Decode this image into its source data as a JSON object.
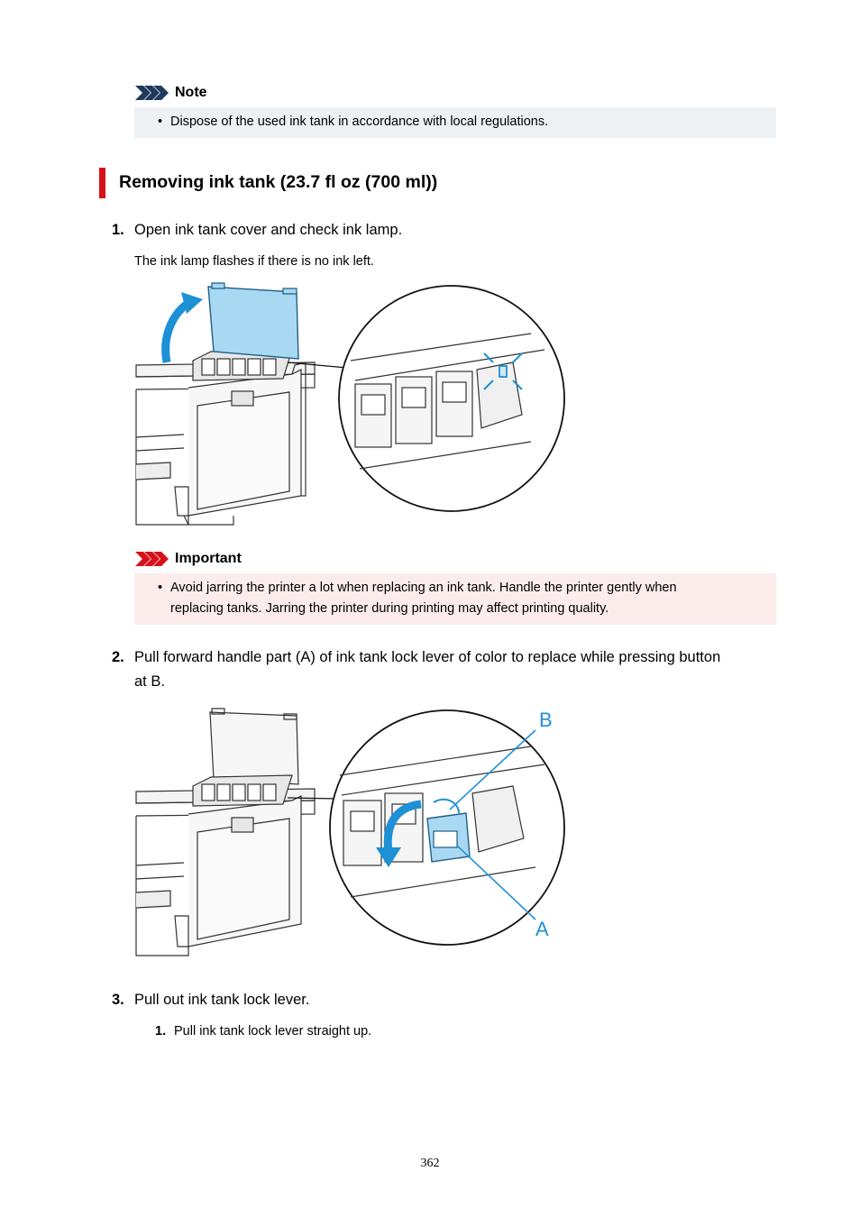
{
  "note": {
    "label": "Note",
    "items": [
      "Dispose of the used ink tank in accordance with local regulations."
    ]
  },
  "section": {
    "title": "Removing ink tank (23.7 fl oz (700 ml))"
  },
  "steps": [
    {
      "number": "1.",
      "text": "Open ink tank cover and check ink lamp.",
      "detail": "The ink lamp flashes if there is no ink left."
    },
    {
      "number": "2.",
      "text_line1": "Pull forward handle part (A) of ink tank lock lever of color to replace while pressing button",
      "text_line2": "at B."
    },
    {
      "number": "3.",
      "text": "Pull out ink tank lock lever.",
      "substeps": [
        {
          "number": "1.",
          "text": "Pull ink tank lock lever straight up."
        }
      ]
    }
  ],
  "important": {
    "label": "Important",
    "line1": "Avoid jarring the printer a lot when replacing an ink tank. Handle the printer gently when",
    "line2": "replacing tanks. Jarring the printer during printing may affect printing quality."
  },
  "figure2": {
    "label_b": "B",
    "label_a": "A"
  },
  "colors": {
    "accent_red": "#d6111a",
    "note_bg": "#eef1f4",
    "important_bg": "#fcecec",
    "illustration_blue": "#1e90d6"
  },
  "page_number": "362"
}
